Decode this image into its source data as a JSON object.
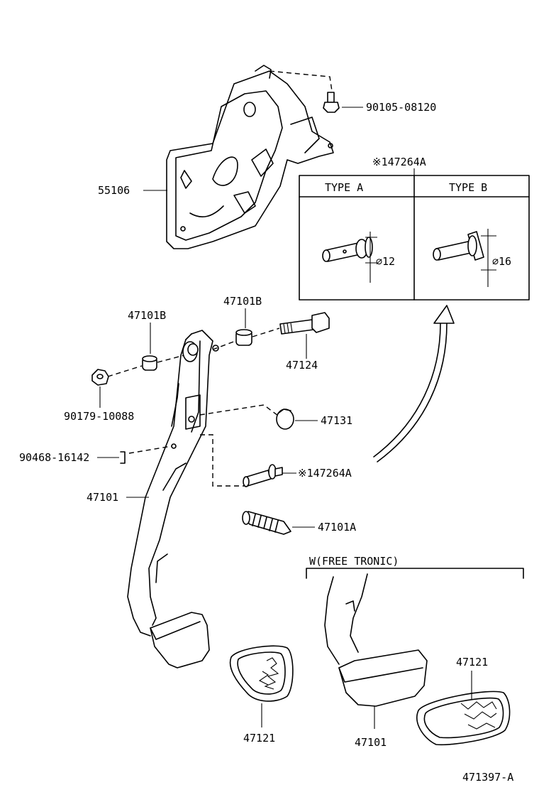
{
  "labels": {
    "bolt_bracket": "90105-08120",
    "bracket": "55106",
    "pin_ref_top": "※147264A",
    "type_a": "TYPE A",
    "type_b": "TYPE B",
    "dim_a": "⌀12",
    "dim_b": "⌀16",
    "bushing_left": "47101B",
    "bushing_right": "47101B",
    "pedal_bolt": "47124",
    "nut": "90179-10088",
    "stopper": "47131",
    "clip": "90468-16142",
    "pin_ref": "※147264A",
    "pedal": "47101",
    "spring": "47101A",
    "free_tronic": "W(FREE TRONIC)",
    "pad_left": "47121",
    "pad_right": "47121",
    "pedal_ft": "47101",
    "diagram_id": "471397-A"
  }
}
